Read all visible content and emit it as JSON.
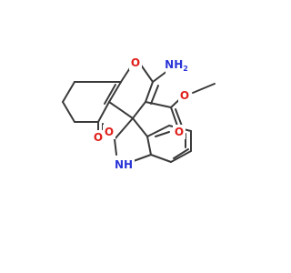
{
  "molecule": {
    "colors": {
      "bond": "#3a3a3a",
      "oxygen": "#e0201b",
      "nitrogen": "#2a35d8",
      "background": "#ffffff"
    },
    "labels": {
      "ring_oxygen": "O",
      "amine": "NH",
      "amine_sub": "2",
      "ester_carbonyl_oxygen": "O",
      "ester_ether_oxygen": "O",
      "ketone_oxygen": "O",
      "lactam_oxygen": "O",
      "lactam_nitrogen": "NH"
    }
  }
}
